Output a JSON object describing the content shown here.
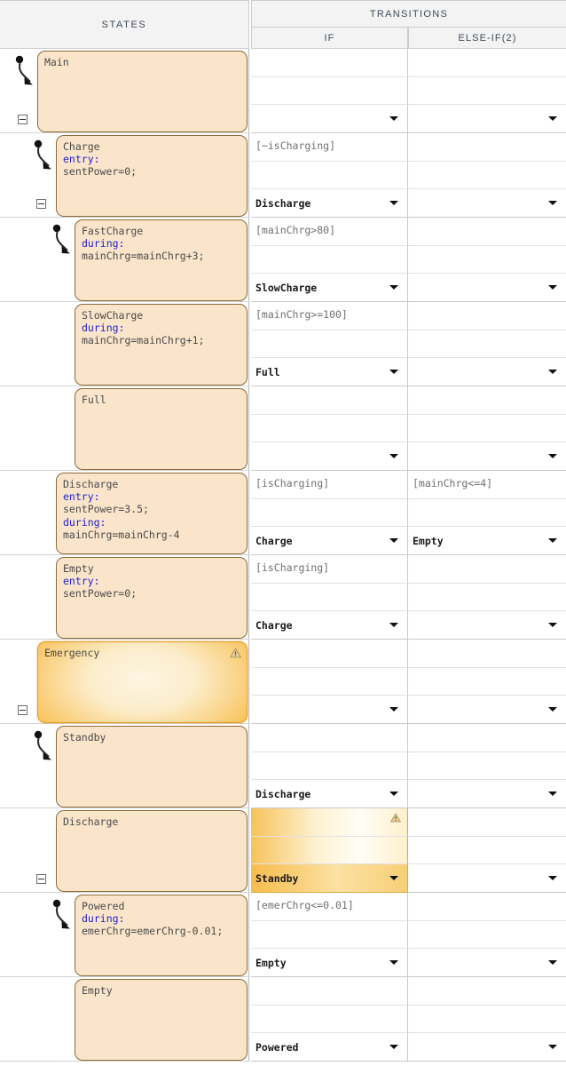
{
  "header": {
    "states_label": "STATES",
    "transitions_label": "TRANSITIONS",
    "if_label": "IF",
    "elseif_label": "ELSE-IF(2)"
  },
  "icons": {
    "warning": "warning-triangle-icon",
    "collapse": "collapse-minus-icon",
    "caret": "chevron-down-icon",
    "default_transition": "default-transition-arrow-icon"
  },
  "colors": {
    "state_fill": "#fae5cb",
    "state_border": "#8a6a3a",
    "selected_border": "#e89a23",
    "selected_fill": "#f5a623",
    "header_bg": "#f3f3f3",
    "keyword": "#2222cc",
    "grid_line": "#d3d3d3"
  },
  "rows": [
    {
      "state": {
        "name": "Main",
        "lines": [
          {
            "t": "Main",
            "k": false
          }
        ],
        "indent": 0,
        "has_default_arrow": true,
        "has_collapser": true,
        "selected": false,
        "warning": false
      },
      "if": {
        "condition": "",
        "action": "",
        "destination": "",
        "highlighted": false,
        "warning": false
      },
      "elseif": {
        "condition": "",
        "action": "",
        "destination": "",
        "highlighted": false,
        "warning": false
      }
    },
    {
      "state": {
        "name": "Charge",
        "lines": [
          {
            "t": "Charge",
            "k": false
          },
          {
            "t": "entry:",
            "k": true
          },
          {
            "t": "sentPower=0;",
            "k": false
          }
        ],
        "indent": 1,
        "has_default_arrow": true,
        "has_collapser": true,
        "selected": false,
        "warning": false
      },
      "if": {
        "condition": "[~isCharging]",
        "action": "",
        "destination": "Discharge",
        "highlighted": false,
        "warning": false
      },
      "elseif": {
        "condition": "",
        "action": "",
        "destination": "",
        "highlighted": false,
        "warning": false
      }
    },
    {
      "state": {
        "name": "FastCharge",
        "lines": [
          {
            "t": "FastCharge",
            "k": false
          },
          {
            "t": "during:",
            "k": true
          },
          {
            "t": "mainChrg=mainChrg+3;",
            "k": false
          }
        ],
        "indent": 2,
        "has_default_arrow": true,
        "has_collapser": false,
        "selected": false,
        "warning": false
      },
      "if": {
        "condition": "[mainChrg>80]",
        "action": "",
        "destination": "SlowCharge",
        "highlighted": false,
        "warning": false
      },
      "elseif": {
        "condition": "",
        "action": "",
        "destination": "",
        "highlighted": false,
        "warning": false
      }
    },
    {
      "state": {
        "name": "SlowCharge",
        "lines": [
          {
            "t": "SlowCharge",
            "k": false
          },
          {
            "t": "during:",
            "k": true
          },
          {
            "t": "mainChrg=mainChrg+1;",
            "k": false
          }
        ],
        "indent": 2,
        "has_default_arrow": false,
        "has_collapser": false,
        "selected": false,
        "warning": false
      },
      "if": {
        "condition": "[mainChrg>=100]",
        "action": "",
        "destination": "Full",
        "highlighted": false,
        "warning": false
      },
      "elseif": {
        "condition": "",
        "action": "",
        "destination": "",
        "highlighted": false,
        "warning": false
      }
    },
    {
      "state": {
        "name": "Full",
        "lines": [
          {
            "t": "Full",
            "k": false
          }
        ],
        "indent": 2,
        "has_default_arrow": false,
        "has_collapser": false,
        "selected": false,
        "warning": false
      },
      "if": {
        "condition": "",
        "action": "",
        "destination": "",
        "highlighted": false,
        "warning": false
      },
      "elseif": {
        "condition": "",
        "action": "",
        "destination": "",
        "highlighted": false,
        "warning": false
      }
    },
    {
      "state": {
        "name": "Discharge",
        "lines": [
          {
            "t": "Discharge",
            "k": false
          },
          {
            "t": "entry:",
            "k": true
          },
          {
            "t": "sentPower=3.5;",
            "k": false
          },
          {
            "t": "during:",
            "k": true
          },
          {
            "t": "mainChrg=mainChrg-4",
            "k": false
          }
        ],
        "indent": 1,
        "has_default_arrow": false,
        "has_collapser": false,
        "selected": false,
        "warning": false
      },
      "if": {
        "condition": "[isCharging]",
        "action": "",
        "destination": "Charge",
        "highlighted": false,
        "warning": false
      },
      "elseif": {
        "condition": "[mainChrg<=4]",
        "action": "",
        "destination": "Empty",
        "highlighted": false,
        "warning": false
      }
    },
    {
      "state": {
        "name": "Empty",
        "lines": [
          {
            "t": "Empty",
            "k": false
          },
          {
            "t": "entry:",
            "k": true
          },
          {
            "t": "sentPower=0;",
            "k": false
          }
        ],
        "indent": 1,
        "has_default_arrow": false,
        "has_collapser": false,
        "selected": false,
        "warning": false
      },
      "if": {
        "condition": "[isCharging]",
        "action": "",
        "destination": "Charge",
        "highlighted": false,
        "warning": false
      },
      "elseif": {
        "condition": "",
        "action": "",
        "destination": "",
        "highlighted": false,
        "warning": false
      }
    },
    {
      "state": {
        "name": "Emergency",
        "lines": [
          {
            "t": "Emergency",
            "k": false
          }
        ],
        "indent": 0,
        "has_default_arrow": false,
        "has_collapser": true,
        "selected": true,
        "warning": true
      },
      "if": {
        "condition": "",
        "action": "",
        "destination": "",
        "highlighted": false,
        "warning": false
      },
      "elseif": {
        "condition": "",
        "action": "",
        "destination": "",
        "highlighted": false,
        "warning": false
      }
    },
    {
      "state": {
        "name": "Standby",
        "lines": [
          {
            "t": "Standby",
            "k": false
          }
        ],
        "indent": 1,
        "has_default_arrow": true,
        "has_collapser": false,
        "selected": false,
        "warning": false
      },
      "if": {
        "condition": "",
        "action": "",
        "destination": "Discharge",
        "highlighted": false,
        "warning": false
      },
      "elseif": {
        "condition": "",
        "action": "",
        "destination": "",
        "highlighted": false,
        "warning": false
      }
    },
    {
      "state": {
        "name": "Discharge",
        "lines": [
          {
            "t": "Discharge",
            "k": false
          }
        ],
        "indent": 1,
        "has_default_arrow": false,
        "has_collapser": true,
        "selected": false,
        "warning": false
      },
      "if": {
        "condition": "",
        "action": "",
        "destination": "Standby",
        "highlighted": true,
        "warning": true
      },
      "elseif": {
        "condition": "",
        "action": "",
        "destination": "",
        "highlighted": false,
        "warning": false
      }
    },
    {
      "state": {
        "name": "Powered",
        "lines": [
          {
            "t": "Powered",
            "k": false
          },
          {
            "t": "during:",
            "k": true
          },
          {
            "t": "emerChrg=emerChrg-0.01;",
            "k": false
          }
        ],
        "indent": 2,
        "has_default_arrow": true,
        "has_collapser": false,
        "selected": false,
        "warning": false
      },
      "if": {
        "condition": "[emerChrg<=0.01]",
        "action": "",
        "destination": "Empty",
        "highlighted": false,
        "warning": false
      },
      "elseif": {
        "condition": "",
        "action": "",
        "destination": "",
        "highlighted": false,
        "warning": false
      }
    },
    {
      "state": {
        "name": "Empty",
        "lines": [
          {
            "t": "Empty",
            "k": false
          }
        ],
        "indent": 2,
        "has_default_arrow": false,
        "has_collapser": false,
        "selected": false,
        "warning": false
      },
      "if": {
        "condition": "",
        "action": "",
        "destination": "Powered",
        "highlighted": false,
        "warning": false
      },
      "elseif": {
        "condition": "",
        "action": "",
        "destination": "",
        "highlighted": false,
        "warning": false
      }
    }
  ]
}
